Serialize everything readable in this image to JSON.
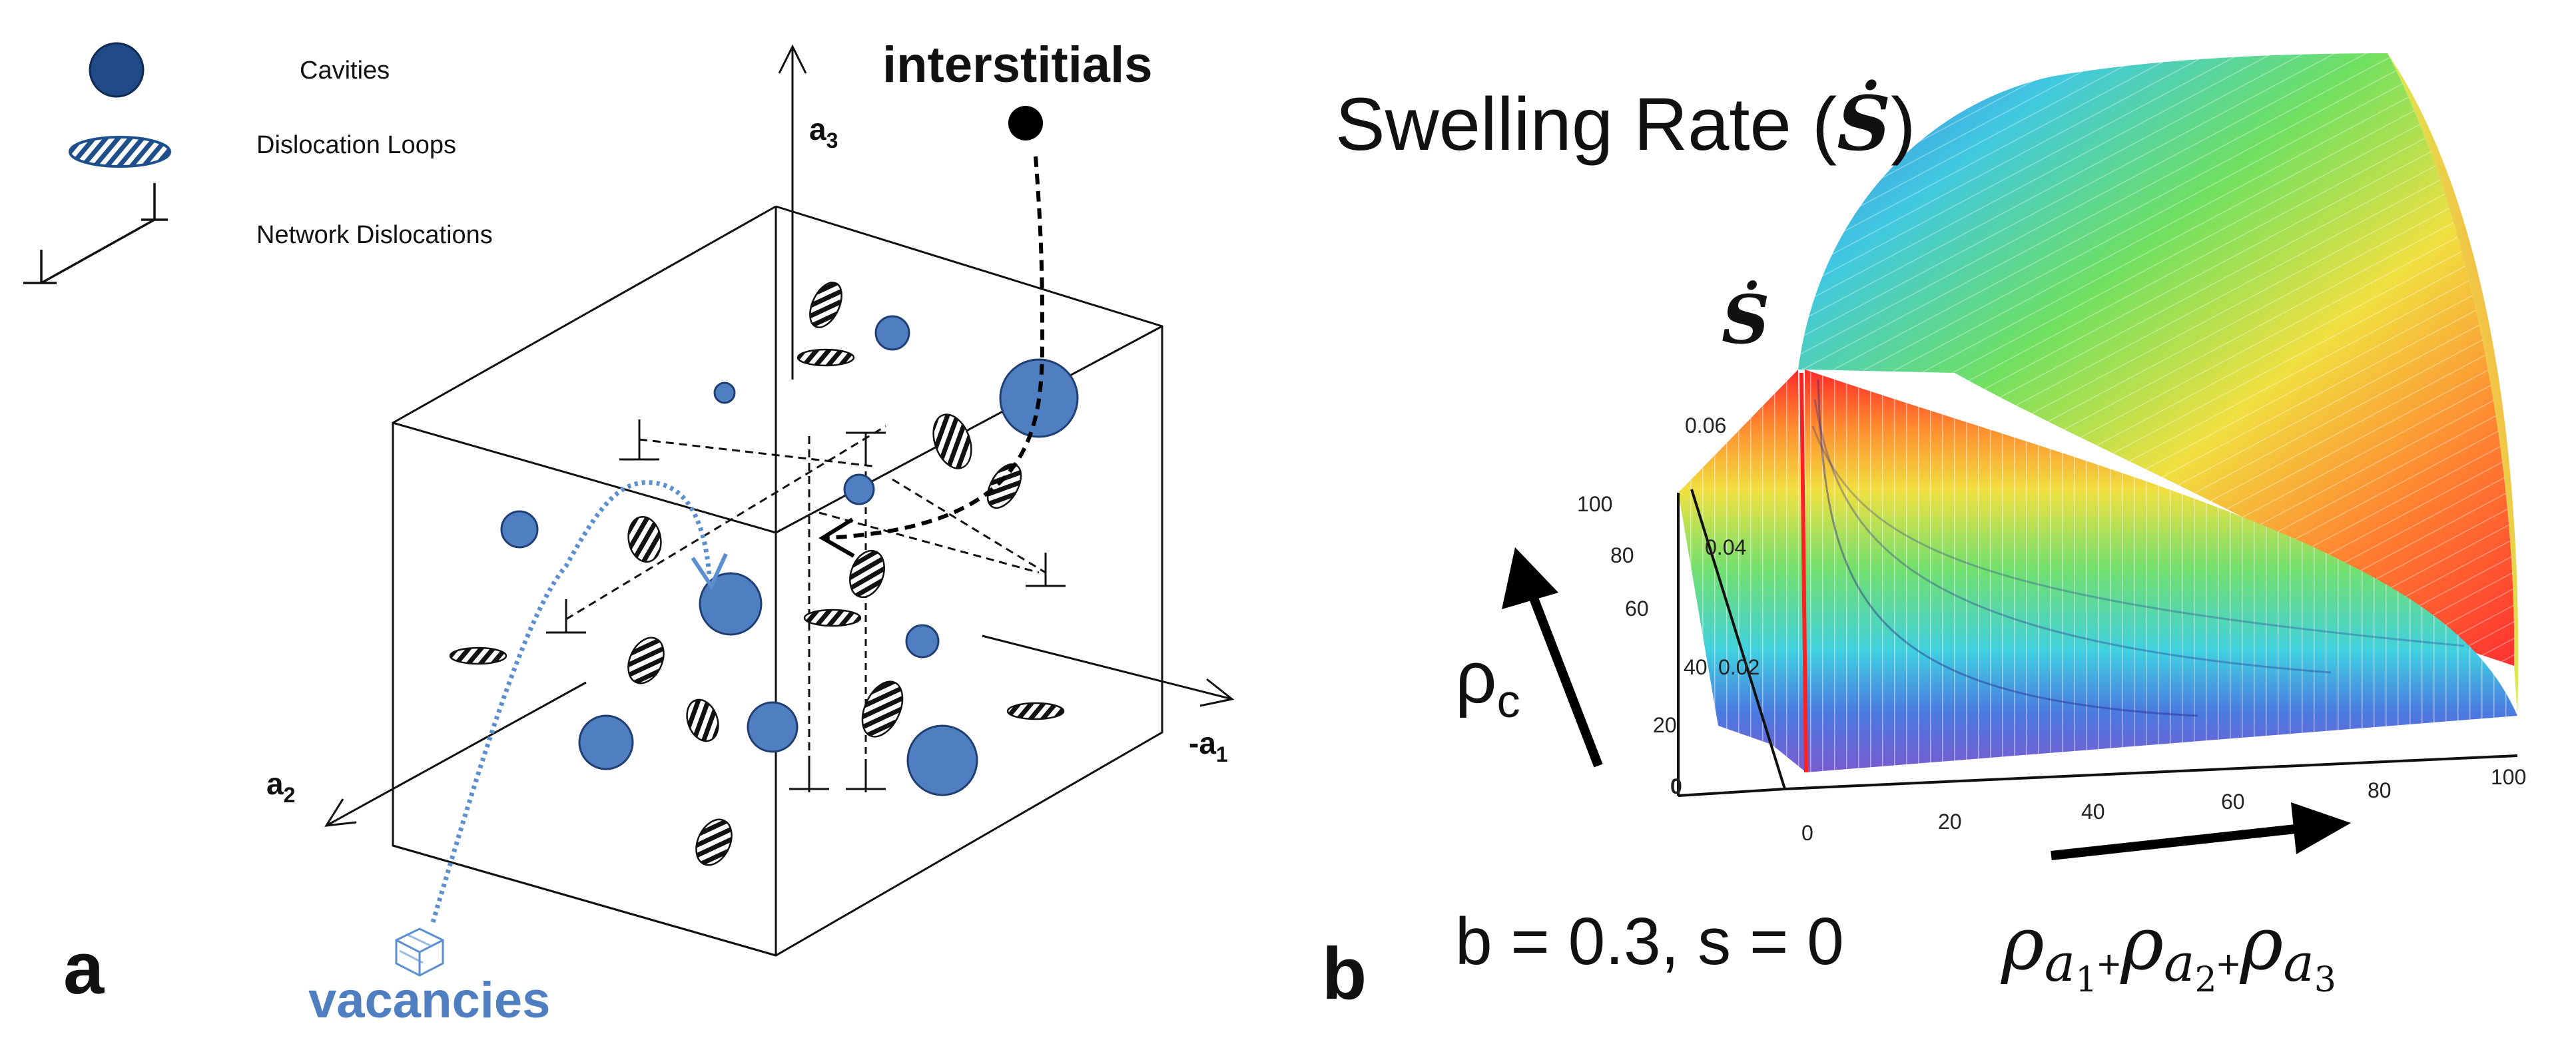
{
  "panel_a": {
    "label": "a",
    "legend": {
      "cavities": "Cavities",
      "loops": "Dislocation Loops",
      "network": "Network Dislocations"
    },
    "axes": {
      "a3": {
        "base": "a",
        "sub": "3"
      },
      "a1": {
        "base": "-a",
        "sub": "1"
      },
      "a2": {
        "base": "a",
        "sub": "2"
      }
    },
    "interstitials": "interstitials",
    "vacancies": "vacancies",
    "colors": {
      "cavity": "#4f7fc1",
      "cavity_stroke": "#1f3f74",
      "vacancy_path": "#5b8fd0",
      "ink": "#000000"
    }
  },
  "panel_b": {
    "label": "b",
    "title_text": "Swelling Rate (",
    "title_symbol": "Ṡ",
    "title_close": ")",
    "z_symbol": "Ṡ",
    "params": "b = 0.3, s = 0",
    "rho_c": {
      "base": "ρ",
      "sub": "c"
    },
    "rho_sum": {
      "base": "ρ",
      "subs": [
        "a",
        "a",
        "a"
      ],
      "subsubs": [
        "1",
        "2",
        "3"
      ],
      "plus": "+"
    },
    "z_ticks": [
      "0.06",
      "0.04",
      "0.02"
    ],
    "y_ticks": [
      "100",
      "80",
      "60",
      "40",
      "20",
      "0"
    ],
    "x_ticks": [
      "0",
      "20",
      "40",
      "60",
      "80",
      "100"
    ]
  }
}
